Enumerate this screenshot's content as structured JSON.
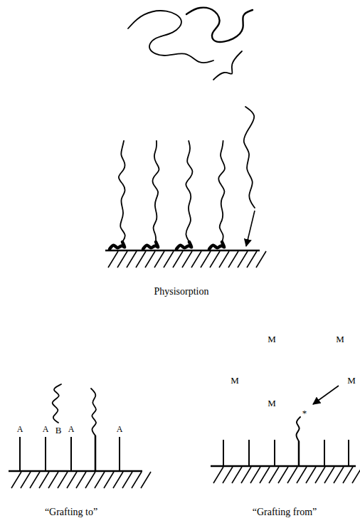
{
  "diagram": {
    "labels": [
      "Physisorption",
      "“Grafting to”",
      "“Grafting from”",
      "A",
      "A",
      "A",
      "A",
      "B",
      "M",
      "M",
      "M",
      "M",
      "M",
      "*"
    ]
  }
}
